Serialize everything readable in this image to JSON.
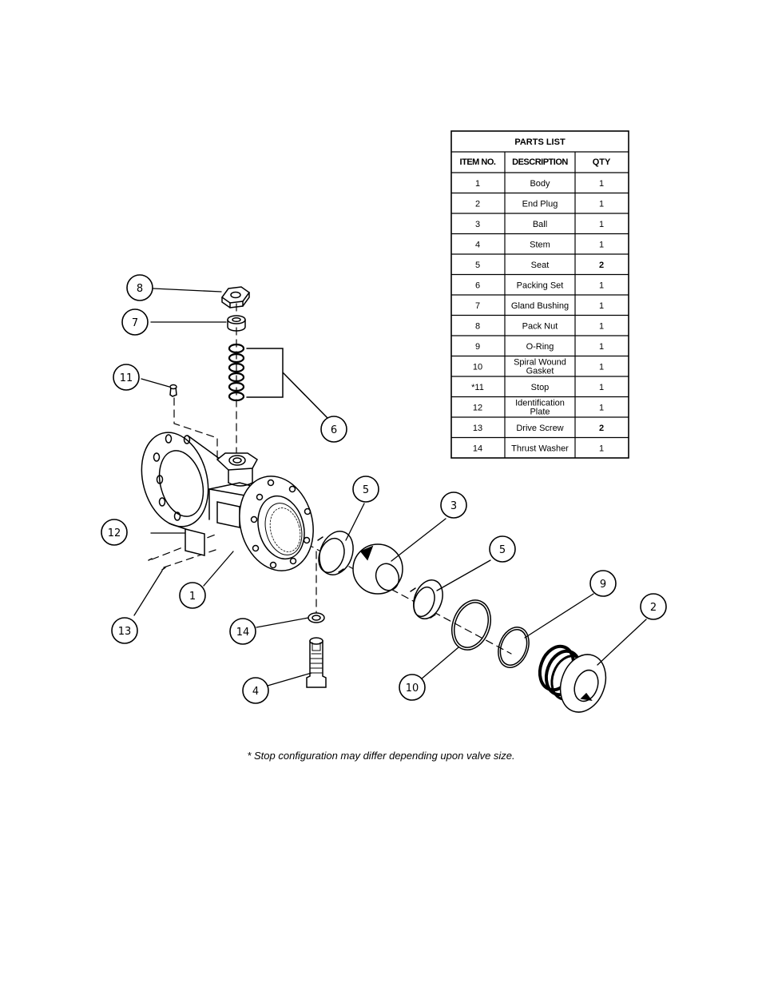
{
  "parts_list": {
    "title": "PARTS LIST",
    "headers": [
      "ITEM NO.",
      "DESCRIPTION",
      "QTY"
    ],
    "rows": [
      {
        "item": "1",
        "desc": [
          "Body"
        ],
        "qty": "1"
      },
      {
        "item": "2",
        "desc": [
          "End Plug"
        ],
        "qty": "1"
      },
      {
        "item": "3",
        "desc": [
          "Ball"
        ],
        "qty": "1"
      },
      {
        "item": "4",
        "desc": [
          "Stem"
        ],
        "qty": "1"
      },
      {
        "item": "5",
        "desc": [
          "Seat"
        ],
        "qty": "2"
      },
      {
        "item": "6",
        "desc": [
          "Packing Set"
        ],
        "qty": "1"
      },
      {
        "item": "7",
        "desc": [
          "Gland Bushing"
        ],
        "qty": "1"
      },
      {
        "item": "8",
        "desc": [
          "Pack Nut"
        ],
        "qty": "1"
      },
      {
        "item": "9",
        "desc": [
          "O-Ring"
        ],
        "qty": "1"
      },
      {
        "item": "10",
        "desc": [
          "Spiral Wound",
          "Gasket"
        ],
        "qty": "1"
      },
      {
        "item": "*11",
        "desc": [
          "Stop"
        ],
        "qty": "1"
      },
      {
        "item": "12",
        "desc": [
          "Identification",
          "Plate"
        ],
        "qty": "1"
      },
      {
        "item": "13",
        "desc": [
          "Drive Screw"
        ],
        "qty": "2"
      },
      {
        "item": "14",
        "desc": [
          "Thrust Washer"
        ],
        "qty": "1"
      }
    ]
  },
  "callouts": [
    "8",
    "7",
    "11",
    "6",
    "12",
    "13",
    "1",
    "5",
    "3",
    "5",
    "9",
    "2",
    "14",
    "4",
    "10"
  ],
  "footnote": "* Stop configuration may differ depending upon valve size."
}
